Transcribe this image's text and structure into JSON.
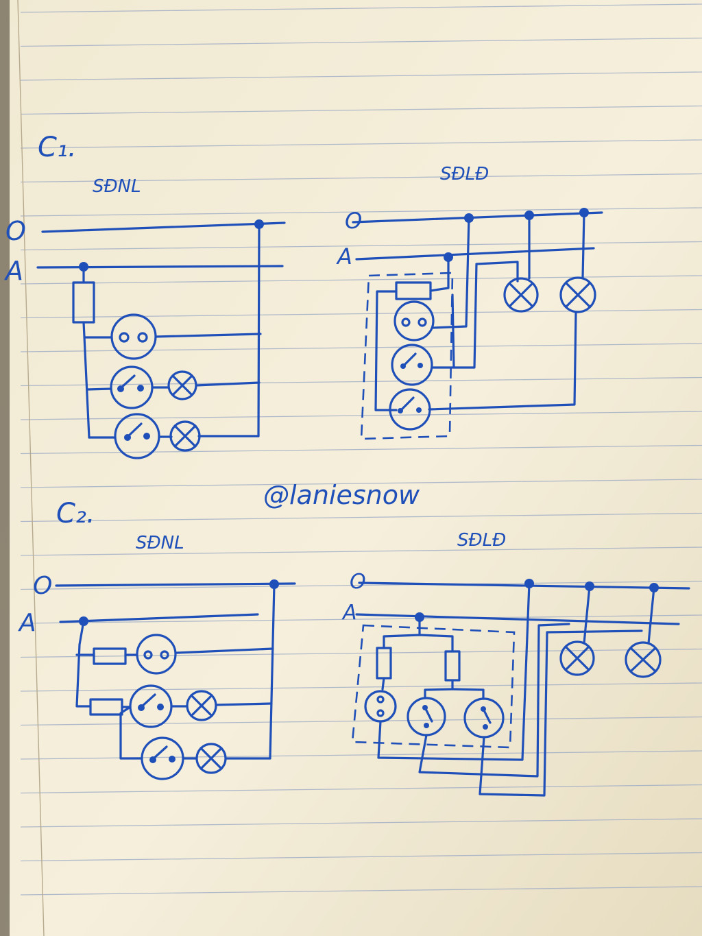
{
  "sections": [
    {
      "id": "c1",
      "label": "C₁.",
      "left_title": "SĐNL",
      "right_title": "SĐLĐ"
    },
    {
      "id": "c2",
      "label": "C₂.",
      "left_title": "SĐNL",
      "right_title": "SĐLĐ"
    }
  ],
  "wire_labels": {
    "neutral": "O",
    "phase": "A"
  },
  "watermark": "@laniesnow",
  "colors": {
    "ink": "#1f4fb8",
    "paper": "#f3ecd6",
    "rule": "#9aa8c4"
  }
}
